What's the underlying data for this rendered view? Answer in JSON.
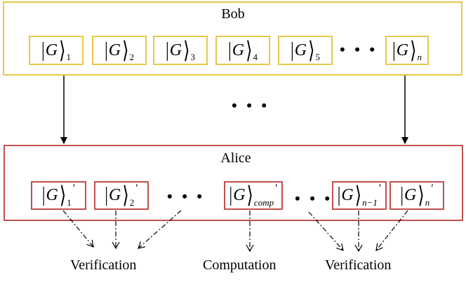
{
  "bob": {
    "title": "Bob",
    "states": [
      {
        "symbol": "G",
        "subscript": "1",
        "prime": ""
      },
      {
        "symbol": "G",
        "subscript": "2",
        "prime": ""
      },
      {
        "symbol": "G",
        "subscript": "3",
        "prime": ""
      },
      {
        "symbol": "G",
        "subscript": "4",
        "prime": ""
      },
      {
        "symbol": "G",
        "subscript": "5",
        "prime": ""
      },
      {
        "symbol": "G",
        "subscript": "n",
        "prime": ""
      }
    ],
    "ellipsis": "• • •"
  },
  "middle_ellipsis": "• • •",
  "alice": {
    "title": "Alice",
    "states": [
      {
        "symbol": "G",
        "subscript": "1",
        "prime": "′"
      },
      {
        "symbol": "G",
        "subscript": "2",
        "prime": "′"
      },
      {
        "symbol": "G",
        "subscript": "comp",
        "prime": "′"
      },
      {
        "symbol": "G",
        "subscript": "n−1",
        "prime": "′"
      },
      {
        "symbol": "G",
        "subscript": "n",
        "prime": "′"
      }
    ],
    "ellipsis_left": "• • •",
    "ellipsis_right": "• • •"
  },
  "outputs": {
    "left": "Verification",
    "center": "Computation",
    "right": "Verification"
  },
  "colors": {
    "bob_border": "#e8c84a",
    "alice_border": "#c0504d",
    "arrow": "#000000"
  }
}
